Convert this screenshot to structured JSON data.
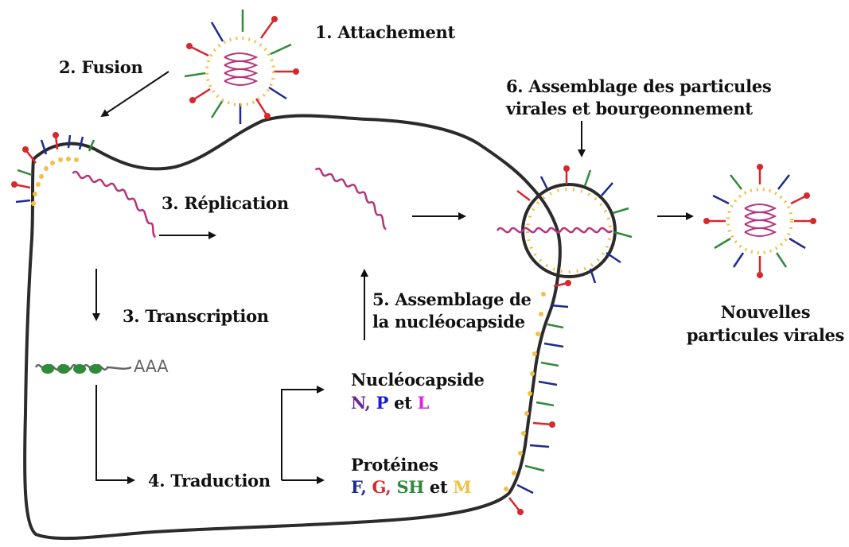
{
  "colors": {
    "membrane": "#2b2b2b",
    "rna": "#b8337a",
    "lipid_dots": "#f2c044",
    "spike_red": "#d8282e",
    "spike_blue": "#1c2b8f",
    "spike_green": "#2f8a3a",
    "N": "#6a2a8c",
    "P": "#1a1ad6",
    "L": "#e020e0",
    "F": "#1c2b8f",
    "G": "#d8282e",
    "SH": "#2f8a3a",
    "M": "#f2c044"
  },
  "icons": {
    "virion": "virus-particle-icon",
    "rna": "rna-helix-icon",
    "mrna": "mrna-strand-icon"
  },
  "labels": {
    "step1": "1. Attachement",
    "step2": "2. Fusion",
    "step3a": "3. Réplication",
    "step3b": "3. Transcription",
    "step4": "4. Traduction",
    "step5_line1": "5. Assemblage de",
    "step5_line2": "la nucléocapside",
    "step6_line1": "6. Assemblage des particules",
    "step6_line2": "virales et bourgeonnement",
    "new_line1": "Nouvelles",
    "new_line2": "particules virales",
    "mrna_tail": "AAA"
  },
  "nucleocapsid": {
    "title": "Nucléocapside",
    "N": "N,",
    "P": "P",
    "et": "et",
    "L": "L"
  },
  "proteins": {
    "title": "Protéines",
    "F": "F,",
    "G": "G,",
    "SH": "SH",
    "et": "et",
    "M": "M"
  }
}
